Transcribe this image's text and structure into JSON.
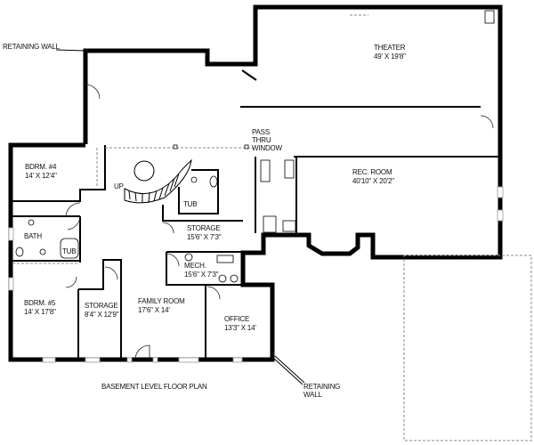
{
  "plan": {
    "title": "BASEMENT LEVEL FLOOR PLAN",
    "annotations": {
      "retaining_wall_top": "RETAINING WALL",
      "retaining_wall_bottom_line1": "RETAINING",
      "retaining_wall_bottom_line2": "WALL",
      "pass_thru_line1": "PASS",
      "pass_thru_line2": "THRU",
      "pass_thru_line3": "WINDOW",
      "stairs_up": "UP"
    },
    "rooms": [
      {
        "name": "THEATER",
        "size": "49' X 19'8\""
      },
      {
        "name": "REC. ROOM",
        "size": "40'10\" X 20'2\""
      },
      {
        "name": "BDRM. #4",
        "size": "14' X 12'4\""
      },
      {
        "name": "BATH",
        "size": ""
      },
      {
        "name": "TUB",
        "size": ""
      },
      {
        "name": "TUB",
        "size": ""
      },
      {
        "name": "STORAGE",
        "size": "15'6\" X 7'3\""
      },
      {
        "name": "MECH.",
        "size": "15'6\" X 7'3\""
      },
      {
        "name": "BDRM. #5",
        "size": "14' X 17'8\""
      },
      {
        "name": "STORAGE",
        "size": "8'4\" X 12'9\""
      },
      {
        "name": "FAMILY ROOM",
        "size": "17'6\" X 14'"
      },
      {
        "name": "OFFICE",
        "size": "13'3\" X 14'"
      }
    ]
  }
}
